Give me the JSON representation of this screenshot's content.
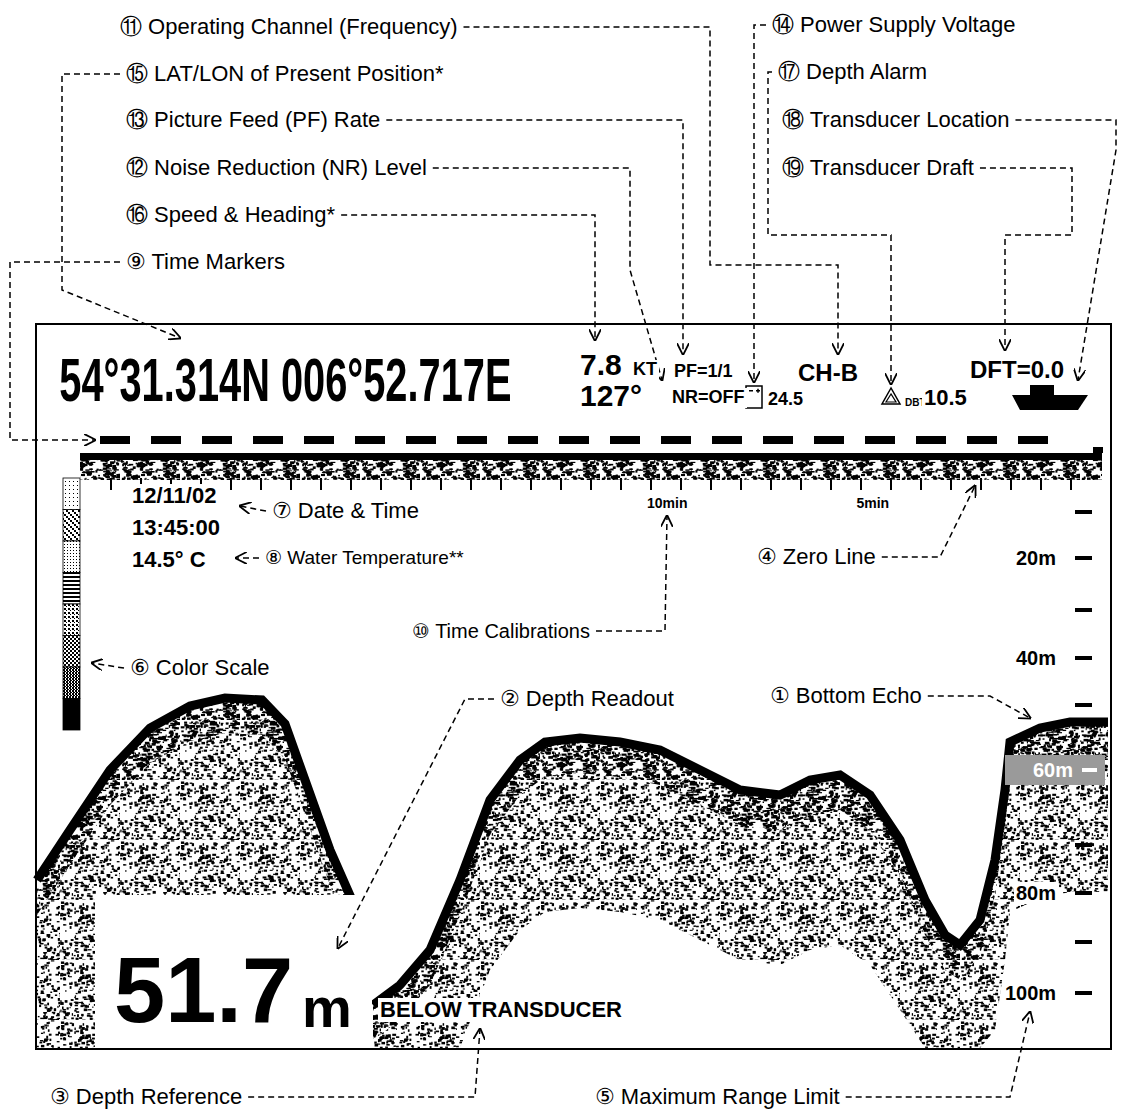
{
  "diagram": {
    "nodes": [
      {
        "text": [
          "54°31.314N 006°52.717E",
          "7.8",
          "KT",
          "127°",
          "PF=1/1",
          "CH-B",
          "DFT=0.0",
          "NR=OFF",
          "24.5",
          "DBT",
          "10.5",
          "12/11/02",
          "10min",
          "5min",
          "13:45:00",
          "20m",
          "14.5° C",
          "40m",
          "80m",
          "51.7",
          "m",
          "BELOW TRANSDUCER",
          "100m"
        ]
      },
      {
        "text": [
          "60m"
        ],
        "in": 0
      }
    ],
    "labels": [
      "⑭ Power Supply Voltage",
      "⑪ Operating Channel (Frequency)",
      "⑮ LAT/LON of Present Position*",
      "⑰ Depth Alarm",
      "⑬ Picture Feed (PF) Rate",
      "⑱ Transducer Location",
      "⑫ Noise Reduction (NR) Level",
      "⑲ Transducer Draft",
      "⑯ Speed & Heading*",
      "⑨ Time Markers",
      "⑦ Date & Time",
      "⑧ Water Temperature**",
      "④ Zero Line",
      "⑩ Time Calibrations",
      "⑥ Color Scale",
      "② Depth Readout",
      "① Bottom Echo",
      "③ Depth Reference",
      "⑤ Maximum Range Limit"
    ]
  }
}
